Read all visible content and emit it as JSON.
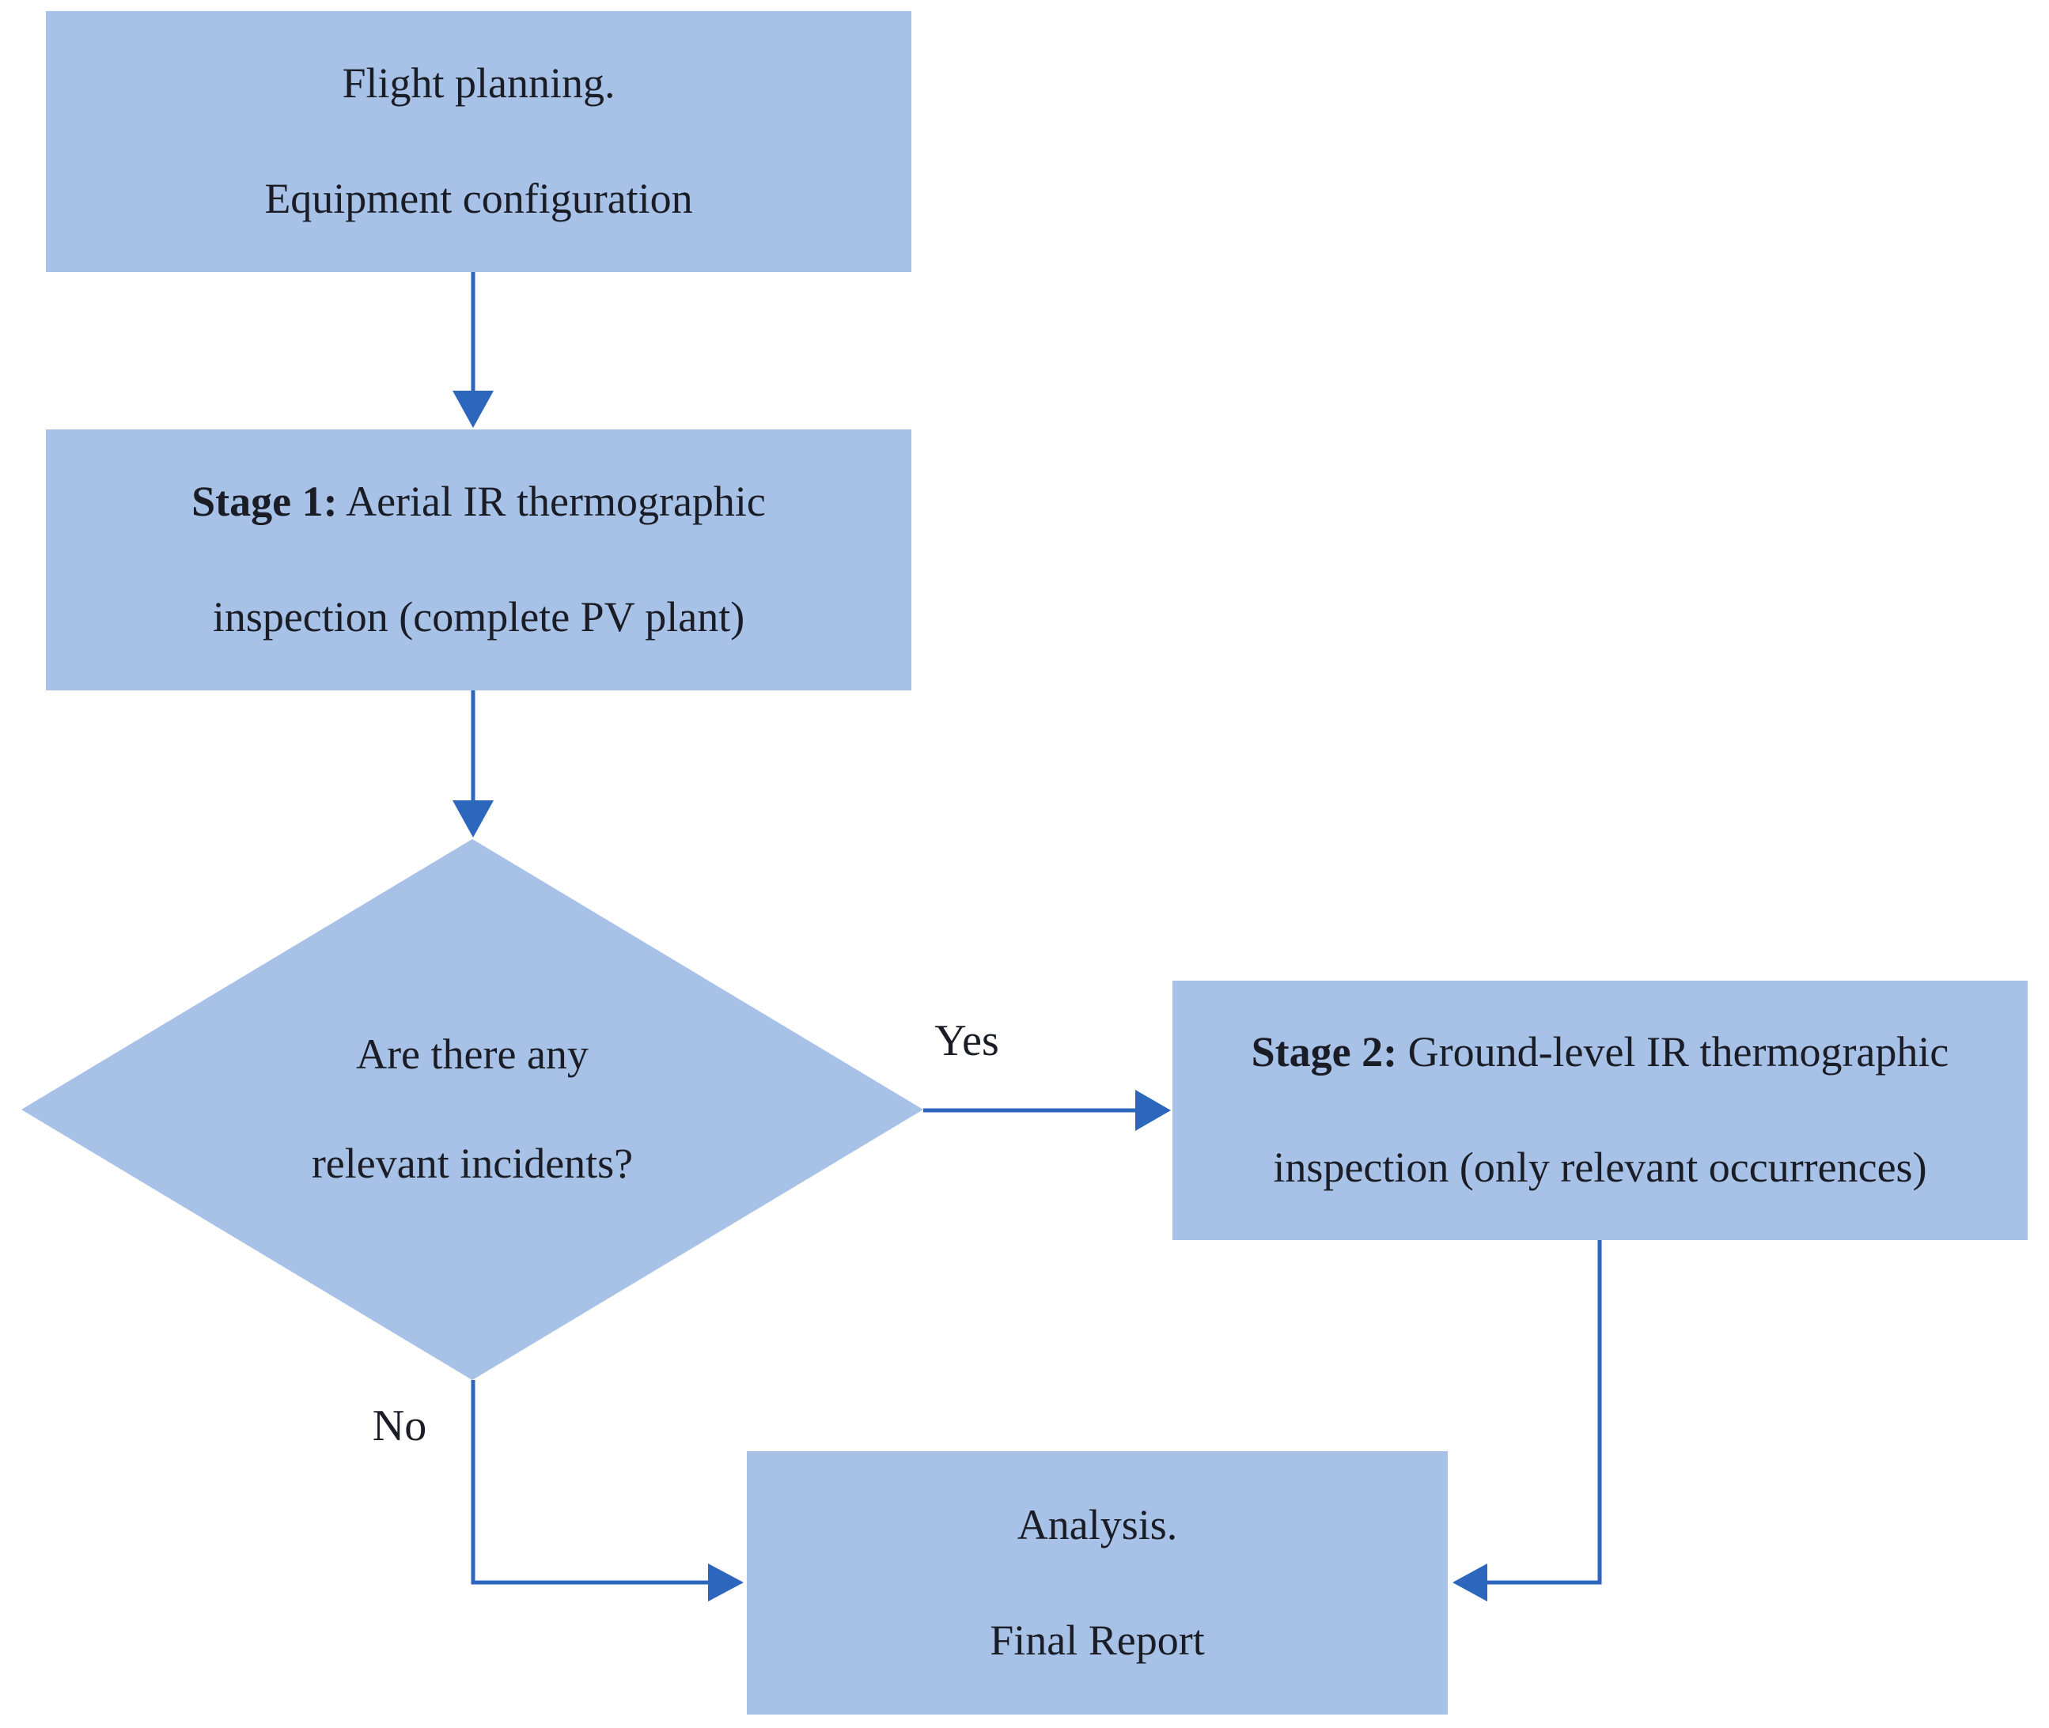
{
  "diagram": {
    "nodes": {
      "flight": {
        "line1": "Flight planning.",
        "line2": "Equipment configuration"
      },
      "stage1": {
        "prefix": "Stage 1:",
        "rest1": " Aerial IR thermographic",
        "line2": "inspection (complete PV plant)"
      },
      "decision": {
        "line1": "Are there any",
        "line2": "relevant incidents?"
      },
      "stage2": {
        "prefix": "Stage 2:",
        "rest1": " Ground-level IR thermographic",
        "line2": "inspection (only relevant occurrences)"
      },
      "analysis": {
        "line1": "Analysis.",
        "line2": "Final Report"
      }
    },
    "edge_labels": {
      "yes": "Yes",
      "no": "No"
    },
    "colors": {
      "node_fill": "#a7c2e6",
      "connector": "#2d66bd",
      "text": "#1a1d26",
      "background": "#ffffff"
    }
  }
}
